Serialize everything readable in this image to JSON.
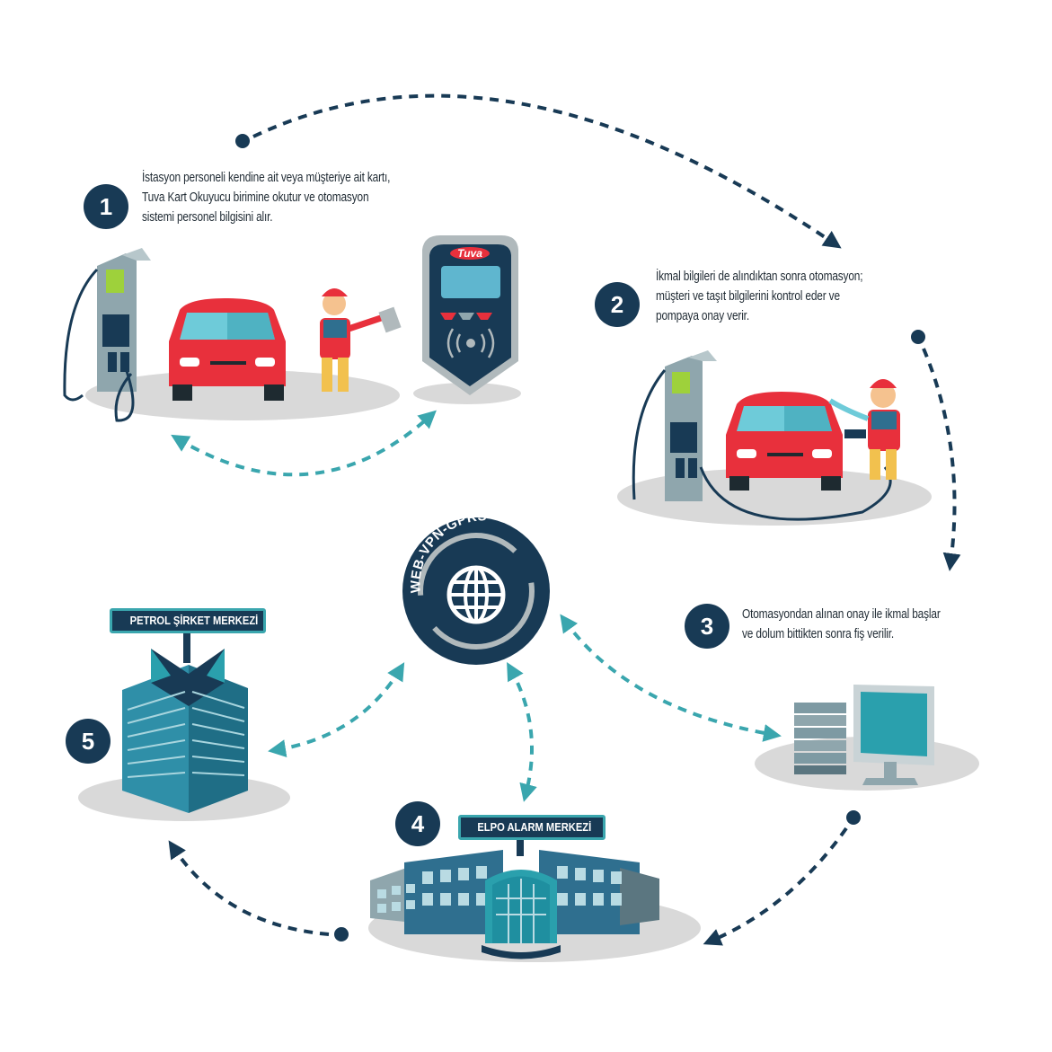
{
  "steps": [
    {
      "number": "1",
      "lines": [
        "İstasyon personeli kendine ait veya müşteriye ait kartı,",
        "Tuva Kart Okuyucu birimine okutur ve otomasyon",
        "sistemi personel  bilgisini alır."
      ]
    },
    {
      "number": "2",
      "lines": [
        "İkmal bilgileri de alındıktan sonra otomasyon;",
        "müşteri ve taşıt bilgilerini kontrol eder ve",
        "pompaya onay verir."
      ]
    },
    {
      "number": "3",
      "lines": [
        "Otomasyondan alınan onay ile ikmal başlar",
        "ve dolum bittikten sonra fiş verilir."
      ]
    },
    {
      "number": "4",
      "lines": []
    },
    {
      "number": "5",
      "lines": []
    }
  ],
  "signs": {
    "petrol_hq": "PETROL ŞİRKET MERKEZİ",
    "alarm_center": "ELPO ALARM MERKEZİ"
  },
  "network": {
    "label": "WEB-VPN-GPRS"
  },
  "card_reader": {
    "brand": "Tuva"
  },
  "colors": {
    "navy": "#183a55",
    "teal": "#3aa6ae",
    "car_red": "#e8303c",
    "ground_grey": "#d9d9d9"
  }
}
